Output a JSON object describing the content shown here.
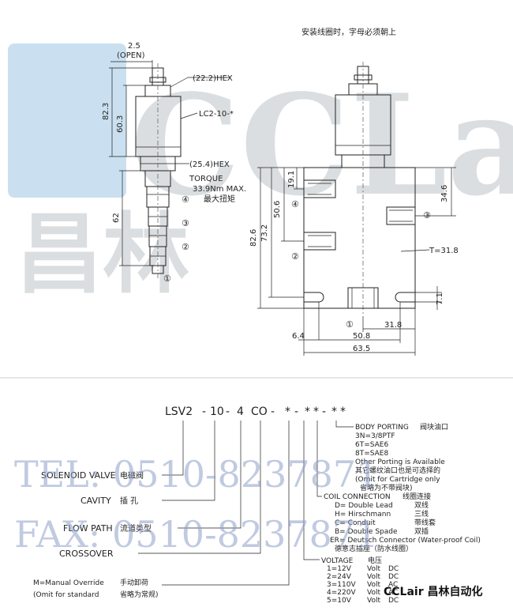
{
  "watermark": {
    "brand": "CCLair",
    "brand_cn": "昌林",
    "tel": "TEL: 0510-8237871",
    "fax": "FAX: 0510-8237871",
    "footer": "CCLair 昌林自动化"
  },
  "drawing": {
    "install_note": "安装线圈时，字母必须朝上",
    "open_dim": "2.5",
    "open_label": "(OPEN)",
    "hex_22": "(22.2)HEX",
    "lc_label": "LC2-10-*",
    "hex_25": "(25.4)HEX",
    "torque": "TORQUE",
    "torque_value": "33.9Nm MAX.",
    "torque_cn": "最大扭矩",
    "dim_82_3": "82.3",
    "dim_60_3": "60.3",
    "dim_62": "62",
    "dim_19_1": "19.1",
    "dim_50_6": "50.6",
    "dim_73_2": "73.2",
    "dim_82_6": "82.6",
    "dim_34_6": "34.6",
    "dim_t": "T=31.8",
    "dim_7_1": "7.1",
    "dim_6_4": "6.4",
    "dim_31_8": "31.8",
    "dim_50_8": "50.8",
    "dim_63_5": "63.5",
    "port_1": "①",
    "port_2": "②",
    "port_3": "③",
    "port_4": "④"
  },
  "ordering": {
    "model": [
      "LSV2",
      "-",
      "10",
      "-",
      "4",
      "CO",
      "-",
      "*",
      "-",
      "*",
      "*",
      "-",
      "*",
      "*"
    ],
    "solenoid": "SOLENOID VALVE",
    "solenoid_cn": "电磁阀",
    "cavity": "CAVITY",
    "cavity_cn": "插  孔",
    "flow": "FLOW PATH",
    "flow_cn": "流道类型",
    "crossover": "CROSSOVER",
    "manual": "M=Manual Override",
    "manual_cn": "手动卸荷",
    "omit": "(Omit for standard",
    "omit_cn": "省略为常规)",
    "body_porting": "BODY PORTING",
    "body_porting_cn": "阀块油口",
    "body_lines": [
      "3N=3/8PTF",
      "6T=SAE6",
      "8T=SAE8",
      "Other Porting is Available",
      "其它螺纹油口也是可选择的",
      "(Omit for Cartridge only",
      "省略为不带阀块)"
    ],
    "coil_conn": "COIL CONNECTION",
    "coil_conn_cn": "线圈连接",
    "coil_lines": [
      {
        "code": "D= Double Lead",
        "cn": "双线"
      },
      {
        "code": "H= Hirschmann",
        "cn": "三线"
      },
      {
        "code": "C= Conduit",
        "cn": "带线套"
      },
      {
        "code": "B= Double Spade",
        "cn": "双插"
      },
      {
        "code": "ER= Deutsch Connector (Water-proof Coil)",
        "cn": ""
      },
      {
        "code": "德意志插座（防水线圈）",
        "cn": ""
      }
    ],
    "voltage": "VOLTAGE",
    "voltage_cn": "电压",
    "voltage_lines": [
      {
        "code": "1=12V",
        "unit": "Volt",
        "type": "DC"
      },
      {
        "code": "2=24V",
        "unit": "Volt",
        "type": "DC"
      },
      {
        "code": "3=110V",
        "unit": "Volt",
        "type": "AC"
      },
      {
        "code": "4=220V",
        "unit": "Volt",
        "type": "AC"
      },
      {
        "code": "5=10V",
        "unit": "Volt",
        "type": "DC"
      }
    ]
  }
}
